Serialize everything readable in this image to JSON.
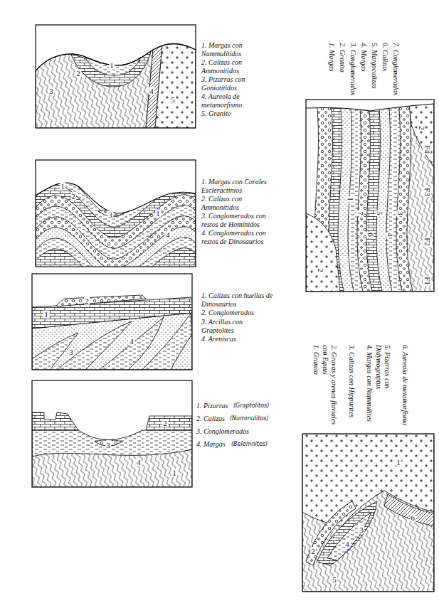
{
  "diagram": {
    "labels": [
      "1. Margas con Nummulítidos",
      "2. Calizas con Ammonítidos",
      "3. Pizarras con Goniatítidos",
      "4. Aureola de metamorfismo",
      "5. Granito",
      "1",
      "2",
      "3",
      "4",
      "5",
      "1. Margas con Corales Escleractinios",
      "2. Calizas con Ammonítidos",
      "3. Conglomerados con restos de Homínidos",
      "4. Conglomerados con restos de Dinosaurios",
      "1",
      "2",
      "3",
      "1",
      "4",
      "1. Calizas con huellas de Dinosaurios",
      "2. Conglomerados",
      "3. Arcillas con Graptolites",
      "4. Areniscas",
      "2",
      "1",
      "3",
      "4",
      "1. Pizarras",
      "(Graptolitos)",
      "2. Calizas",
      "(Nummulitos)",
      "3. Conglomerados",
      "4. Margas",
      "(Belemnites)",
      "2",
      "3",
      "4",
      "1",
      "1. Margas",
      "2. Granito",
      "3. Conglomerados",
      "4. Margas",
      "5. Margocalizas",
      "6. Calizas",
      "7. Conglomerados",
      "1",
      "2",
      "3",
      "4",
      "5",
      "6",
      "7",
      "2",
      "F1",
      "F2",
      "F3",
      "F4",
      "1. Granito",
      "2. Gravas y arenas fluviales con Equus",
      "3. Calizas con Hippurites",
      "4. Margas con Nummulites",
      "5. Pizarras con Didymograptus",
      "6. Aureola de metamorfismo",
      "1",
      "2",
      "3",
      "4",
      "5",
      "6"
    ]
  }
}
